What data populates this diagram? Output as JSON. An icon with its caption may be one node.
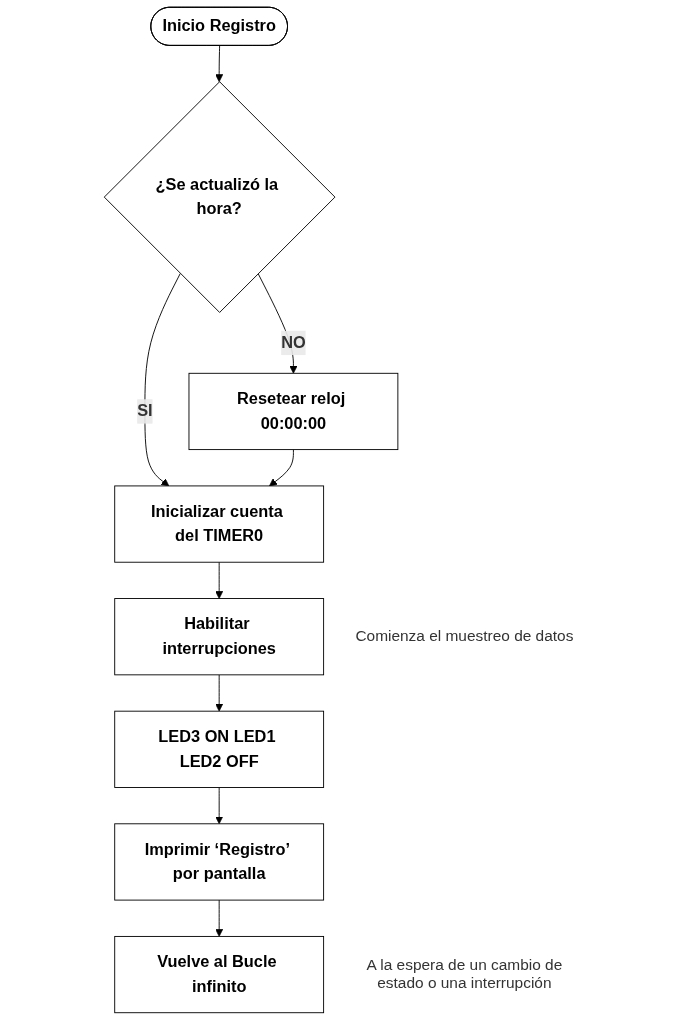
{
  "diagram": {
    "nodes": [
      {
        "text": [
          "Inicio Registro"
        ]
      },
      {
        "text": [
          "¿Se actualizó la hora?"
        ]
      },
      {
        "text": [
          "Resetear reloj 00:00:00"
        ]
      },
      {
        "text": [
          "Inicializar cuenta del TIMER0"
        ]
      },
      {
        "text": [
          "Habilitar interrupciones"
        ],
        "beside": [
          "Comienza el muestreo de datos"
        ]
      },
      {
        "text": [
          "LED3 ON LED1 LED2 OFF"
        ]
      },
      {
        "text": [
          "Imprimir ‘Registro’ por pantalla"
        ]
      },
      {
        "text": [
          "Vuelve al Bucle infinito"
        ],
        "beside": [
          "A la espera de un cambio de estado o una interrupción"
        ]
      }
    ],
    "edges": [
      {
        "from": 0,
        "to": 1,
        "arrow": "to"
      },
      {
        "from": 1,
        "to": 2,
        "arrow": "to",
        "label": "NO"
      },
      {
        "from": 1,
        "to": 3,
        "arrow": "to",
        "label": "SI"
      },
      {
        "from": 2,
        "to": 3,
        "arrow": "to"
      },
      {
        "from": 3,
        "to": 4,
        "arrow": "to"
      },
      {
        "from": 4,
        "to": 5,
        "arrow": "to"
      },
      {
        "from": 5,
        "to": 6,
        "arrow": "to"
      },
      {
        "from": 6,
        "to": 7,
        "arrow": "to"
      }
    ]
  }
}
